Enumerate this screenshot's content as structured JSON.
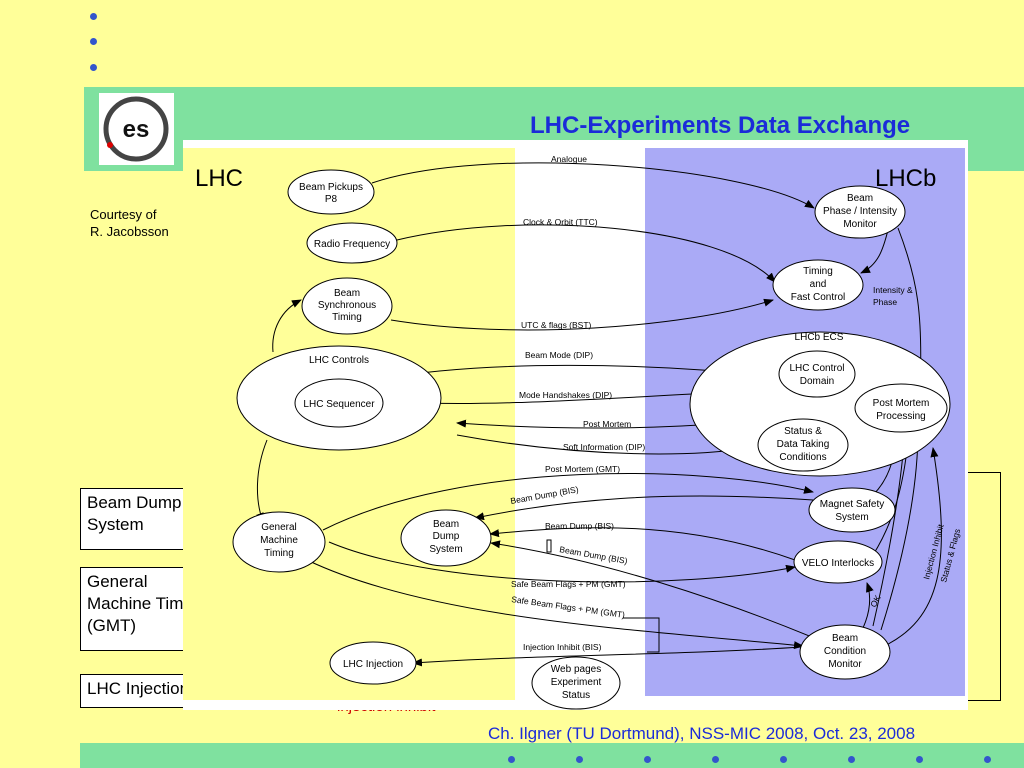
{
  "slide": {
    "title": "LHC-Experiments Data Exchange",
    "courtesy_line1": "Courtesy of",
    "courtesy_line2": "R. Jacobsson",
    "footer": "Ch. Ilgner (TU Dortmund), NSS-MIC 2008, Oct. 23, 2008",
    "red_text": "injection inhibit",
    "left_boxes": {
      "beam_dump": "Beam Dump System",
      "general_machine": "General Machine Timing (GMT)",
      "lhc_injection": "LHC Injection"
    }
  },
  "diagram": {
    "lhc_label": "LHC",
    "lhcb_label": "LHCb",
    "colors": {
      "lhc_zone": "#ffff99",
      "lhcb_zone": "#aaaaf6",
      "stroke": "#000000"
    },
    "nodes": {
      "beam_pickups": [
        "Beam Pickups",
        "P8"
      ],
      "radio_frequency": [
        "Radio Frequency"
      ],
      "beam_sync": [
        "Beam",
        "Synchronous",
        "Timing"
      ],
      "lhc_controls": "LHC Controls",
      "lhc_sequencer": [
        "LHC Sequencer"
      ],
      "general_machine": [
        "General",
        "Machine",
        "Timing"
      ],
      "beam_dump": [
        "Beam",
        "Dump",
        "System"
      ],
      "lhc_injection": [
        "LHC Injection"
      ],
      "web_pages": [
        "Web pages",
        "Experiment",
        "Status"
      ],
      "bpim": [
        "Beam",
        "Phase / Intensity",
        "Monitor"
      ],
      "timing_fast": [
        "Timing",
        "and",
        "Fast Control"
      ],
      "lhcb_ecs": "LHCb ECS",
      "lhc_control_domain": [
        "LHC Control",
        "Domain"
      ],
      "post_mortem_proc": [
        "Post Mortem",
        "Processing"
      ],
      "status_data": [
        "Status &",
        "Data Taking",
        "Conditions"
      ],
      "magnet_safety": [
        "Magnet Safety",
        "System"
      ],
      "velo": [
        "VELO Interlocks"
      ],
      "bcm": [
        "Beam",
        "Condition",
        "Monitor"
      ]
    },
    "links": {
      "analogue": "Analogue",
      "clock_orbit": "Clock & Orbit (TTC)",
      "utc_flags": "UTC & flags (BST)",
      "beam_mode": "Beam Mode (DIP)",
      "mode_handshakes": "Mode Handshakes (DIP)",
      "post_mortem": "Post Mortem",
      "soft_info": "Soft Information (DIP)",
      "post_mortem_gmt": "Post Mortem (GMT)",
      "beam_dump_bis1": "Beam Dump (BIS)",
      "beam_dump_bis2": "Beam Dump (BIS)",
      "beam_dump_bis3": "Beam Dump (BIS)",
      "safe_beam1": "Safe Beam Flags + PM (GMT)",
      "safe_beam2": "Safe Beam Flags + PM (GMT)",
      "injection_inhibit_bis": "Injection Inhibit (BIS)",
      "intensity_phase": [
        "Intensity &",
        "Phase"
      ],
      "ok": "OK",
      "injection_inhibit": "Injection Inhibit",
      "status_flags": "Status & Flags"
    }
  }
}
